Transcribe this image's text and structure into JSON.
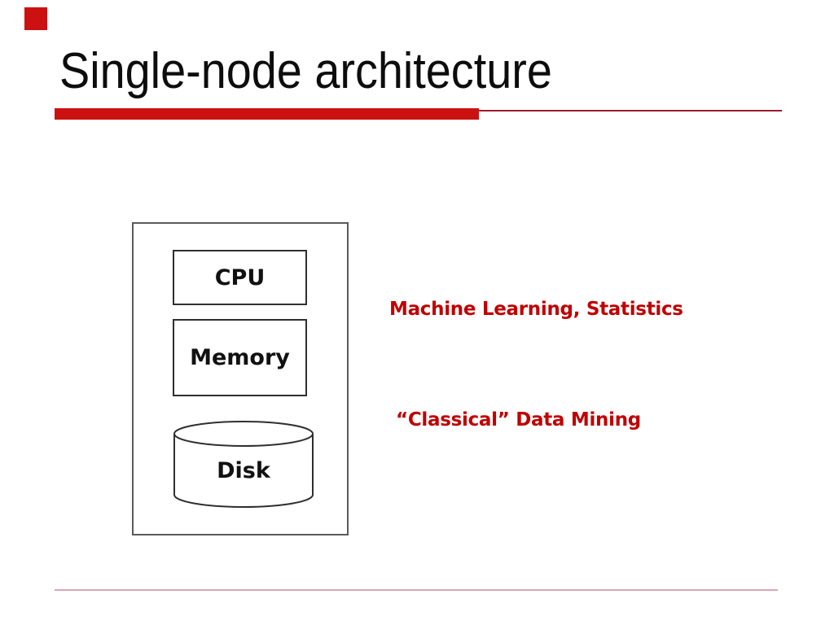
{
  "slide": {
    "title": "Single-node architecture",
    "diagram": {
      "node": {
        "components": [
          {
            "label": "CPU",
            "shape": "rect"
          },
          {
            "label": "Memory",
            "shape": "rect"
          },
          {
            "label": "Disk",
            "shape": "cylinder"
          }
        ]
      }
    },
    "annotations": [
      {
        "text": "Machine Learning, Statistics"
      },
      {
        "text": "“Classical” Data Mining"
      }
    ],
    "colors": {
      "accent_red": "#cc1111",
      "text_red": "#c00000",
      "rule_dark": "#9a1b30",
      "rule_light": "#d8a8b4",
      "ink": "#0d0d0d",
      "diagram_border": "#2f2f2f"
    }
  }
}
